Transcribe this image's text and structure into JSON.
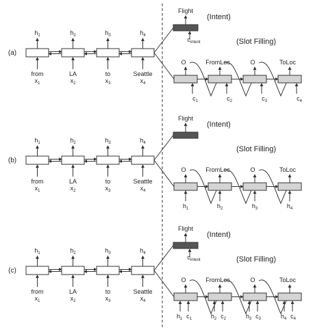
{
  "panels": [
    {
      "letter": "(a)",
      "words": [
        "from",
        "LA",
        "to",
        "Seattle"
      ],
      "intent_label": "Flight",
      "intent_title": "(Intent)",
      "slot_title": "(Slot Filling)",
      "slot_labels": [
        "O",
        "FromLoc",
        "O",
        "ToLoc"
      ],
      "intent_context": true,
      "decoder_inputs": "c"
    },
    {
      "letter": "(b)",
      "words": [
        "from",
        "LA",
        "to",
        "Seattle"
      ],
      "intent_label": "Flight",
      "intent_title": "(Intent)",
      "slot_title": "(Slot Filling)",
      "slot_labels": [
        "O",
        "FromLoc",
        "O",
        "ToLoc"
      ],
      "intent_context": false,
      "decoder_inputs": "h"
    },
    {
      "letter": "(c)",
      "words": [
        "from",
        "LA",
        "to",
        "Seattle"
      ],
      "intent_label": "Flight",
      "intent_title": "(Intent)",
      "slot_title": "(Slot Filling)",
      "slot_labels": [
        "O",
        "FromLoc",
        "O",
        "ToLoc"
      ],
      "intent_context": true,
      "decoder_inputs": "hc"
    }
  ],
  "symbols": {
    "h": "h",
    "x": "x",
    "c": "c",
    "intent_sub": "intent",
    "indices": [
      "1",
      "2",
      "3",
      "4"
    ]
  },
  "colors": {
    "encoder_box": "#ffffff",
    "decoder_box": "#d4d4d4",
    "intent_box": "#555555",
    "stroke": "#333333"
  }
}
